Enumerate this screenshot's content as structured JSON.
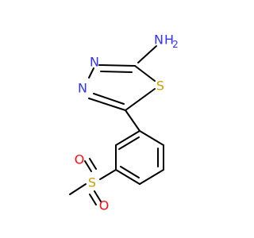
{
  "molecule": {
    "atoms": {
      "N_left": "N",
      "N_bottom": "N",
      "S_ring": "S",
      "N_amine": "N",
      "H_amine": "H",
      "H_amine_count": "2",
      "S_sulfonyl": "S",
      "O_top": "O",
      "O_bottom": "O"
    },
    "colors": {
      "bond": "#000000",
      "nitrogen": "#3333ff",
      "sulfur": "#c8a000",
      "oxygen": "#ff0d0d"
    }
  }
}
